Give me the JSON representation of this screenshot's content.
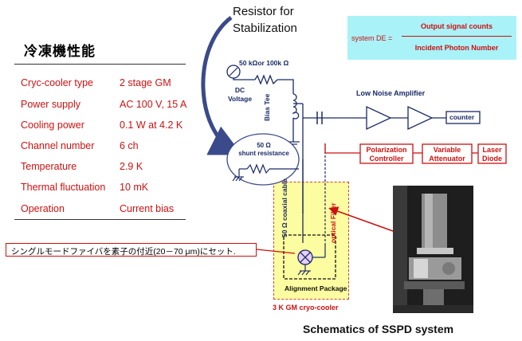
{
  "left_panel": {
    "title": "冷凍機性能",
    "specs": [
      {
        "key": "Cryc-cooler type",
        "value": "2 stage GM"
      },
      {
        "key": "Power supply",
        "value": "AC 100 V, 15 A"
      },
      {
        "key": "Cooling power",
        "value": "0.1 W at 4.2 K"
      },
      {
        "key": "Channel number",
        "value": "6 ch"
      },
      {
        "key": "Temperature",
        "value": "2.9 K"
      },
      {
        "key": "Thermal fluctuation",
        "value": "10 mK"
      },
      {
        "key": "Operation",
        "value": "Current bias"
      }
    ]
  },
  "diagram": {
    "resistor_title_line1": "Resistor for",
    "resistor_title_line2": "Stabilization",
    "formula": {
      "lhs": "system DE =",
      "numerator": "Output signal counts",
      "denominator": "Incident Photon Number"
    },
    "resistor_value": "50 kΩor 100k Ω",
    "dc_voltage_line1": "DC",
    "dc_voltage_line2": "Voltage",
    "bias_tee": "Bias Tee",
    "low_noise_amplifier": "Low Noise Amplifier",
    "counter": "counter",
    "shunt_line1": "50 Ω",
    "shunt_line2": "shunt resistance",
    "coaxial": "50 Ω coaxial cable",
    "optical_fiber": "optical Fiber",
    "alignment_package": "Alignment Package",
    "cryo_cooler": "3 K GM cryo-cooler",
    "polarization_controller_line1": "Polarization",
    "polarization_controller_line2": "Controller",
    "variable_attenuator_line1": "Variable",
    "variable_attenuator_line2": "Attenuator",
    "laser_diode_line1": "Laser",
    "laser_diode_line2": "Diode",
    "fiber_note": "シングルモードファイバを素子の付近(20－70 μm)にセット.",
    "schematics_title": "Schematics of SSPD system"
  }
}
